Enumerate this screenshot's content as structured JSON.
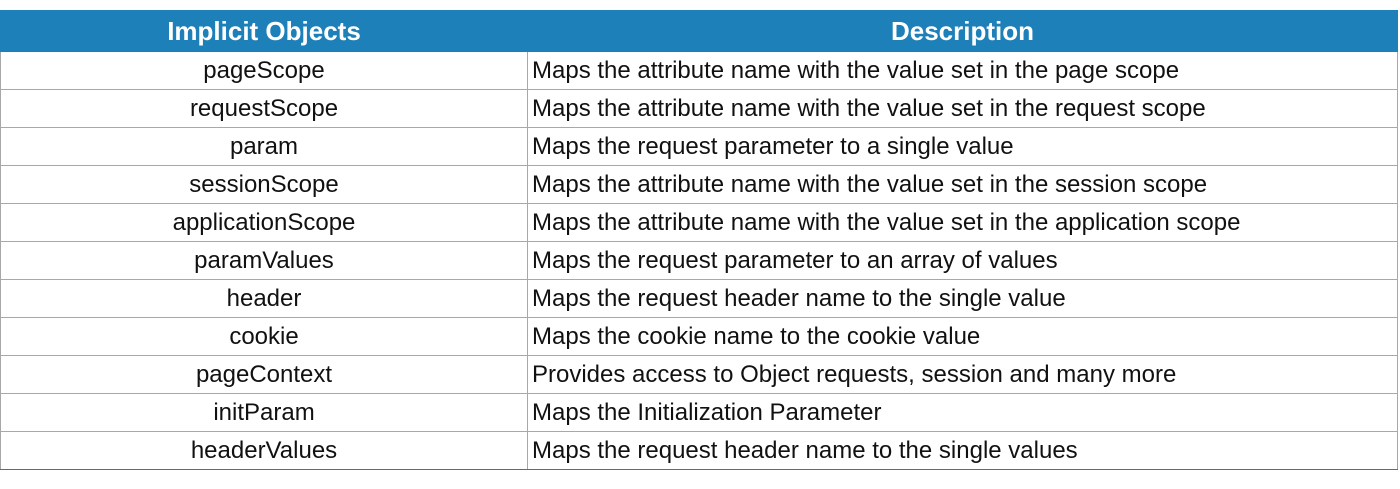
{
  "table": {
    "headers": [
      "Implicit Objects",
      "Description"
    ],
    "rows": [
      {
        "name": "pageScope",
        "description": "Maps the attribute name with the value set in the page scope"
      },
      {
        "name": "requestScope",
        "description": "Maps the attribute name with the value set in the request scope"
      },
      {
        "name": "param",
        "description": "Maps the request parameter to a single value"
      },
      {
        "name": "sessionScope",
        "description": "Maps the attribute name with the value set in the session scope"
      },
      {
        "name": "applicationScope",
        "description": "Maps the attribute name with the value set in the application scope"
      },
      {
        "name": "paramValues",
        "description": "Maps the request parameter to an array of values"
      },
      {
        "name": "header",
        "description": "Maps the request header name to the single value"
      },
      {
        "name": "cookie",
        "description": "Maps the cookie name to the cookie value"
      },
      {
        "name": "pageContext",
        "description": "Provides access to Object requests, session and many more"
      },
      {
        "name": "initParam",
        "description": "Maps the Initialization Parameter"
      },
      {
        "name": "headerValues",
        "description": "Maps the request header name to the single values"
      }
    ]
  },
  "colors": {
    "header_background": "#1e80b8",
    "header_text": "#ffffff",
    "grid_line": "#a8a8a8"
  }
}
